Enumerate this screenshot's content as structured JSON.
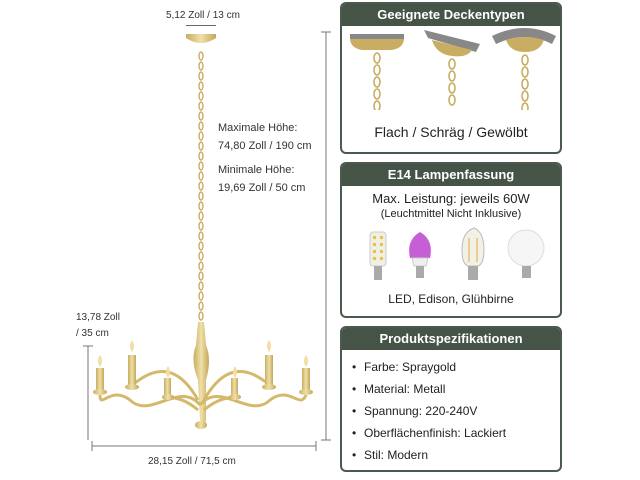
{
  "left": {
    "top_dim": "5,12 Zoll / 13 cm",
    "max_height_label": "Maximale Höhe:",
    "max_height_value": "74,80 Zoll / 190 cm",
    "min_height_label": "Minimale Höhe:",
    "min_height_value": "19,69 Zoll / 50 cm",
    "side_dim_line1": "13,78 Zoll",
    "side_dim_line2": "/ 35 cm",
    "bottom_dim": "28,15 Zoll / 71,5 cm"
  },
  "ceiling_panel": {
    "title": "Geeignete Deckentypen",
    "caption": "Flach / Schräg / Gewölbt"
  },
  "socket_panel": {
    "title": "E14 Lampenfassung",
    "power": "Max. Leistung: jeweils 60W",
    "note": "(Leuchtmittel Nicht Inklusive)",
    "bulbs_caption": "LED, Edison, Glühbirne"
  },
  "spec_panel": {
    "title": "Produktspezifikationen",
    "items": [
      "Farbe: Spraygold",
      "Material: Metall",
      "Spannung: 220-240V",
      "Oberflächenfinish: Lackiert",
      "Stil: Modern"
    ]
  },
  "colors": {
    "gold": "#d8c07a",
    "panel_green": "#455446"
  }
}
